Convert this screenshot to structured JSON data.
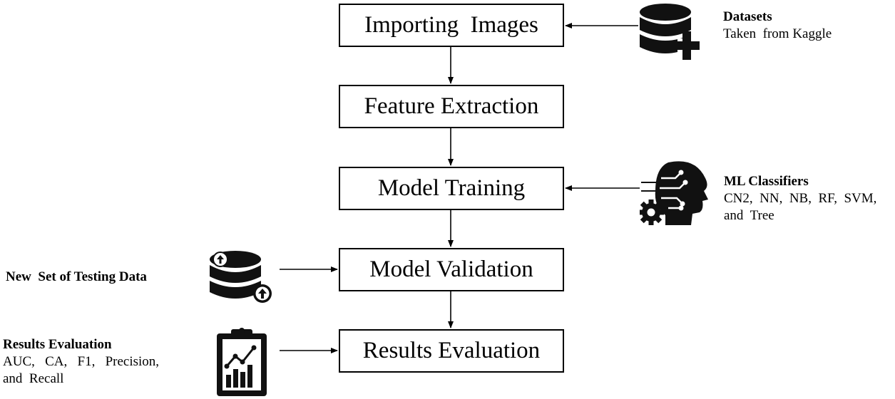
{
  "flow_steps": [
    {
      "label": "Importing  Images"
    },
    {
      "label": "Feature Extraction"
    },
    {
      "label": "Model Training"
    },
    {
      "label": "Model Validation"
    },
    {
      "label": "Results Evaluation"
    }
  ],
  "annotations": {
    "datasets": {
      "title": "Datasets",
      "detail": "Taken  from Kaggle",
      "icon": "database-plus-icon"
    },
    "ml_classifiers": {
      "title": "ML Classifiers",
      "detail_line1": "CN2,  NN,  NB,  RF,  SVM,",
      "detail_line2": "and  Tree",
      "icon": "ai-head-gear-icon"
    },
    "testing_data": {
      "title": "New  Set of Testing Data",
      "icon": "database-upload-icon"
    },
    "results": {
      "title": "Results Evaluation",
      "detail_line1": "AUC,   CA,   F1,   Precision,",
      "detail_line2": "and  Recall",
      "icon": "clipboard-chart-icon"
    }
  }
}
